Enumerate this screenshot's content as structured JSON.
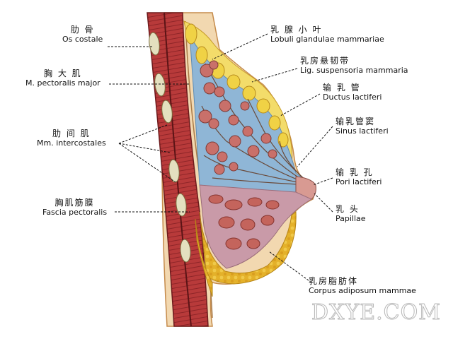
{
  "labels": {
    "os_costale": {
      "zh": "肋 骨",
      "la": "Os costale"
    },
    "pectoralis_major": {
      "zh": "胸 大 肌",
      "la": "M. pectoralis major"
    },
    "intercostales": {
      "zh": "肋 间 肌",
      "la": "Mm. intercostales"
    },
    "fascia_pectoralis": {
      "zh": "胸肌筋膜",
      "la": "Fascia pectoralis"
    },
    "lobuli": {
      "zh": "乳 腺 小 叶",
      "la": "Lobuli glandulae mammariae"
    },
    "lig_suspensoria": {
      "zh": "乳房悬韧带",
      "la": "Lig. suspensoria mammaria"
    },
    "ductus": {
      "zh": "输 乳 管",
      "la": "Ductus lactiferi"
    },
    "sinus": {
      "zh": "输乳管窦",
      "la": "Sinus lactiferi"
    },
    "pori": {
      "zh": "输 乳 孔",
      "la": "Pori lactiferi"
    },
    "papillae": {
      "zh": "乳 头",
      "la": "Papillae"
    },
    "corpus": {
      "zh": "乳房脂肪体",
      "la": "Corpus adiposum mammae"
    }
  },
  "watermark": "DXYE.COM",
  "colors": {
    "muscle": "#b83a3a",
    "muscle_dark": "#7e1f22",
    "fat": "#e8b62e",
    "fat_light": "#f3dc6a",
    "gland_bg": "#8fb6d6",
    "lobule": "#c9706a",
    "lower_tissue": "#c99aa8",
    "skin": "#f2d8b0",
    "rib": "#e4e0bf"
  }
}
